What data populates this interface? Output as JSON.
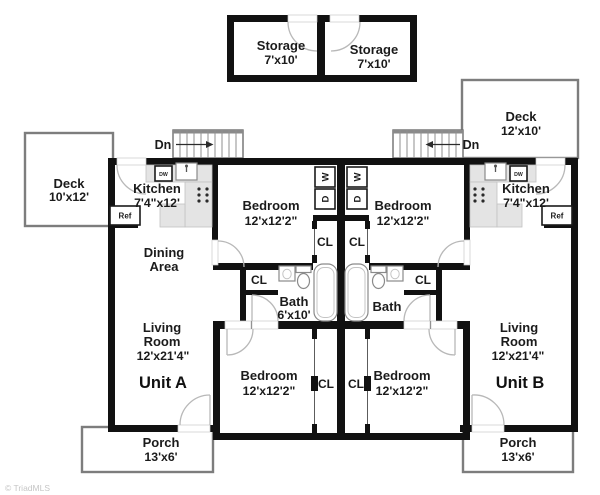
{
  "watermark": "© TriadMLS",
  "colors": {
    "wall": "#111111",
    "door_arc": "#b8b8b8",
    "counter_fill": "#e4e4e4",
    "deck_outline": "#7d7d7d",
    "text": "#1b1b1b",
    "watermark": "#c6c6c6"
  },
  "storage": {
    "left": {
      "name": "Storage",
      "dims": "7'x10'"
    },
    "right": {
      "name": "Storage",
      "dims": "7'x10'"
    }
  },
  "stairs": {
    "left_label": "Dn",
    "right_label": "Dn"
  },
  "decks": {
    "left": {
      "name": "Deck",
      "dims": "10'x12'"
    },
    "right": {
      "name": "Deck",
      "dims": "12'x10'"
    }
  },
  "unit_a": {
    "name": "Unit A",
    "kitchen": {
      "name": "Kitchen",
      "dims": "7'4\"x12'"
    },
    "dining": {
      "line1": "Dining",
      "line2": "Area"
    },
    "living": {
      "line1": "Living",
      "line2": "Room",
      "dims": "12'x21'4\""
    },
    "bedroom_top": {
      "name": "Bedroom",
      "dims": "12'x12'2\""
    },
    "bedroom_bottom": {
      "name": "Bedroom",
      "dims": "12'x12'2\""
    },
    "bath": {
      "name": "Bath",
      "dims": "6'x10'"
    },
    "porch": {
      "name": "Porch",
      "dims": "13'x6'"
    },
    "labels": {
      "washer": "W",
      "dryer": "D",
      "dishwasher": "DW",
      "fridge": "Ref",
      "closet": "CL"
    }
  },
  "unit_b": {
    "name": "Unit B",
    "kitchen": {
      "name": "Kitchen",
      "dims": "7'4\"x12'"
    },
    "living": {
      "line1": "Living",
      "line2": "Room",
      "dims": "12'x21'4\""
    },
    "bedroom_top": {
      "name": "Bedroom",
      "dims": "12'x12'2\""
    },
    "bedroom_bottom": {
      "name": "Bedroom",
      "dims": "12'x12'2\""
    },
    "bath": {
      "name": "Bath"
    },
    "porch": {
      "name": "Porch",
      "dims": "13'x6'"
    },
    "labels": {
      "washer": "W",
      "dryer": "D",
      "dishwasher": "DW",
      "fridge": "Ref",
      "closet": "CL"
    }
  }
}
